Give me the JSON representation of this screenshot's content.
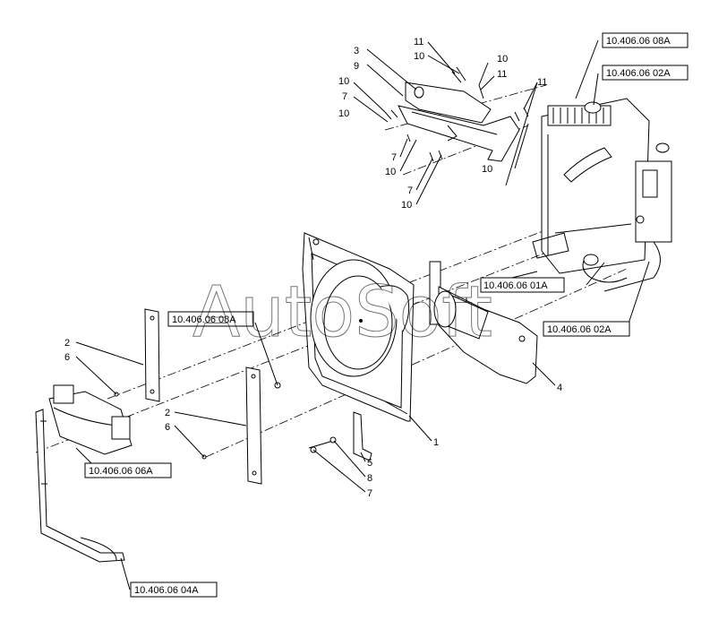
{
  "watermark": "AutoSoft",
  "references": {
    "r1": "10.406.06 08A",
    "r2": "10.406.06 02A",
    "r3": "10.406.06 08A",
    "r4": "10.406.06 01A",
    "r5": "10.406.06 02A",
    "r6": "10.406.06 06A",
    "r7": "10.406.06 04A"
  },
  "callouts": {
    "c3": "3",
    "c9": "9",
    "c10a": "10",
    "c7a": "7",
    "c11a": "11",
    "c10b": "10",
    "c10c": "10",
    "c11b": "11",
    "c11c": "11",
    "c7b": "7",
    "c10d": "10",
    "c7c": "7",
    "c10e": "10",
    "c10f": "10",
    "c2a": "2",
    "c6a": "6",
    "c2b": "2",
    "c6b": "6",
    "c4": "4",
    "c1": "1",
    "c5": "5",
    "c8": "8",
    "c7d": "7"
  }
}
